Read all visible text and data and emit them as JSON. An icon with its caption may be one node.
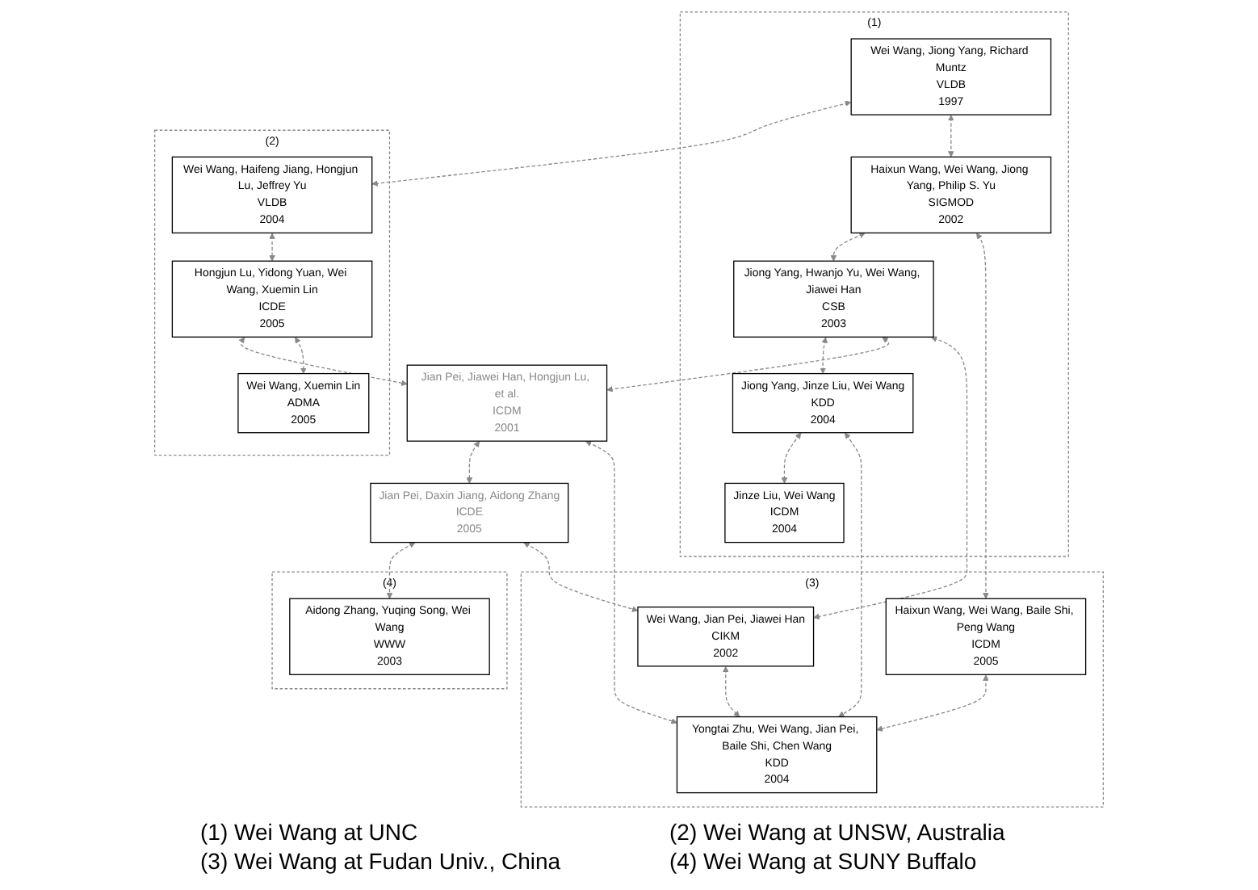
{
  "diagram": {
    "nodes": [
      {
        "text": [
          "(1)"
        ]
      },
      {
        "text": [
          "Wei Wang, Jiong Yang, Richard Muntz",
          "VLDB",
          "1997"
        ],
        "in": 0
      },
      {
        "text": [
          "Haixun Wang, Wei Wang, Jiong Yang, Philip S. Yu",
          "SIGMOD",
          "2002"
        ],
        "in": 0
      },
      {
        "text": [
          "Jiong Yang, Hwanjo Yu, Wei Wang, Jiawei Han",
          "CSB",
          "2003"
        ],
        "in": 0
      },
      {
        "text": [
          "Jiong Yang, Jinze Liu, Wei Wang",
          "KDD",
          "2004"
        ],
        "in": 0
      },
      {
        "text": [
          "Jinze Liu, Wei Wang",
          "ICDM",
          "2004"
        ],
        "in": 0
      },
      {
        "text": [
          "(2)"
        ]
      },
      {
        "text": [
          "Wei Wang, Haifeng Jiang, Hongjun Lu, Jeffrey Yu",
          "VLDB",
          "2004"
        ],
        "in": 6
      },
      {
        "text": [
          "Hongjun Lu, Yidong Yuan, Wei Wang, Xuemin Lin",
          "ICDE",
          "2005"
        ],
        "in": 6
      },
      {
        "text": [
          "Wei Wang, Xuemin Lin",
          "ADMA",
          "2005"
        ],
        "in": 6
      },
      {
        "text": [
          "Jian Pei, Jiawei Han, Hongjun Lu, et al.",
          "ICDM",
          "2001"
        ]
      },
      {
        "text": [
          "Jian Pei, Daxin Jiang, Aidong Zhang",
          "ICDE",
          "2005"
        ]
      },
      {
        "text": [
          "(4)"
        ]
      },
      {
        "text": [
          "Aidong Zhang, Yuqing Song, Wei Wang",
          "WWW",
          "2003"
        ],
        "in": 12
      },
      {
        "text": [
          "(3)"
        ]
      },
      {
        "text": [
          "Wei Wang, Jian Pei, Jiawei Han",
          "CIKM",
          "2002"
        ],
        "in": 14
      },
      {
        "text": [
          "Haixun Wang, Wei Wang, Baile Shi, Peng Wang",
          "ICDM",
          "2005"
        ],
        "in": 14
      },
      {
        "text": [
          "Yongtai Zhu, Wei Wang, Jian Pei, Baile Shi, Chen Wang",
          "KDD",
          "2004"
        ],
        "in": 14
      }
    ],
    "edges": [
      {
        "from": 1,
        "to": 7,
        "arrow": "both",
        "style": "dashed"
      },
      {
        "from": 1,
        "to": 2,
        "arrow": "both",
        "style": "dashed"
      },
      {
        "from": 2,
        "to": 3,
        "arrow": "both",
        "style": "dashed"
      },
      {
        "from": 3,
        "to": 4,
        "arrow": "both",
        "style": "dashed"
      },
      {
        "from": 4,
        "to": 5,
        "arrow": "both",
        "style": "dashed"
      },
      {
        "from": 3,
        "to": 10,
        "arrow": "both",
        "style": "dashed"
      },
      {
        "from": 3,
        "to": 15,
        "arrow": "both",
        "style": "dashed"
      },
      {
        "from": 2,
        "to": 16,
        "arrow": "both",
        "style": "dashed"
      },
      {
        "from": 4,
        "to": 17,
        "arrow": "both",
        "style": "dashed"
      },
      {
        "from": 10,
        "to": 11,
        "arrow": "both",
        "style": "dashed"
      },
      {
        "from": 10,
        "to": 17,
        "arrow": "both",
        "style": "dashed"
      },
      {
        "from": 8,
        "to": 10,
        "arrow": "both",
        "style": "dashed"
      },
      {
        "from": 7,
        "to": 8,
        "arrow": "both",
        "style": "dashed"
      },
      {
        "from": 8,
        "to": 9,
        "arrow": "both",
        "style": "dashed"
      },
      {
        "from": 11,
        "to": 13,
        "arrow": "both",
        "style": "dashed"
      },
      {
        "from": 11,
        "to": 15,
        "arrow": "both",
        "style": "dashed"
      },
      {
        "from": 15,
        "to": 17,
        "arrow": "both",
        "style": "dashed"
      },
      {
        "from": 16,
        "to": 17,
        "arrow": "both",
        "style": "dashed"
      }
    ],
    "labels": [
      "(1) Wei Wang at UNC",
      "(2) Wei Wang at UNSW, Australia",
      "(3) Wei Wang at Fudan Univ., China",
      "(4) Wei Wang at SUNY Buffalo"
    ]
  }
}
